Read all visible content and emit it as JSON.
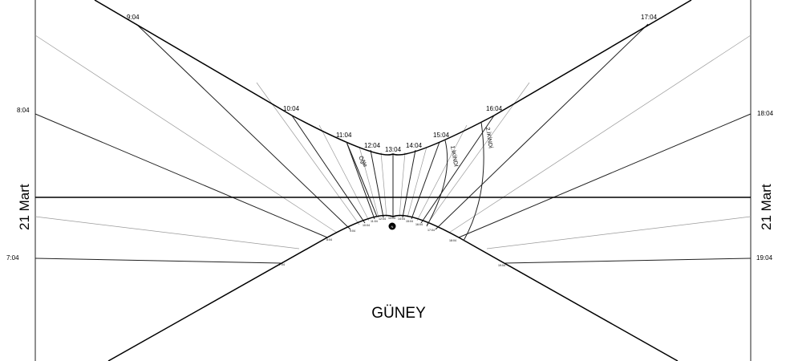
{
  "diagram": {
    "title": "GÜNEY",
    "date_label_left": "21 Mart",
    "date_label_right": "21 Mart",
    "curve_labels": {
      "ogle": "Öğle",
      "ikindi_1": "1.İKİNDİ",
      "ikindi_2": "2.İKİNDİ"
    },
    "gnomon_mark": "N",
    "hour_labels": {
      "h0904": "9:04",
      "h1704": "17:04",
      "h0804": "8:04",
      "h1804": "18:04",
      "h1004": "10:04",
      "h1604": "16:04",
      "h1104": "11:04",
      "h1204": "12:04",
      "h1304": "13:04",
      "h1404": "14:04",
      "h1504": "15:04",
      "h0704": "7:04",
      "h1904": "19:04"
    },
    "inner_labels": {
      "i0704": "7:04",
      "i0804": "8:04",
      "i0904": "9:04",
      "i1004": "10:04",
      "i1104": "11:04",
      "i1204": "12:04",
      "i1304": "13:04",
      "i1404": "14:04",
      "i1504": "15:04",
      "i1604": "16:04",
      "i1704": "17:04",
      "i1804": "18:04",
      "i1904": "19:04"
    }
  }
}
